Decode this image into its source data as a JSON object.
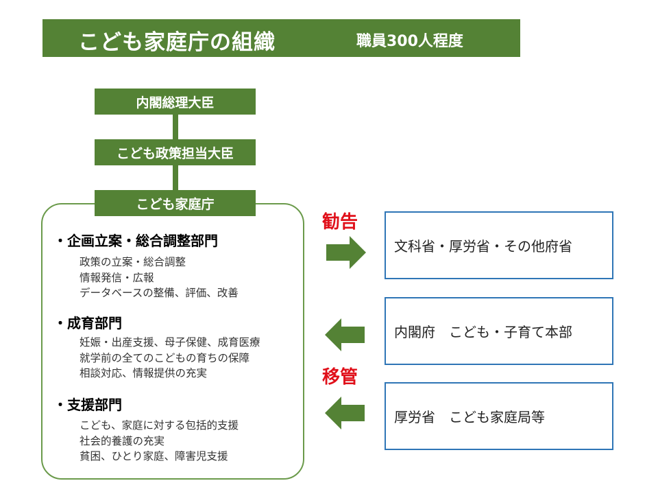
{
  "title": {
    "main": "こども家庭庁の組織",
    "staff": "職員300人程度"
  },
  "hierarchy": {
    "pm": "内閣総理大臣",
    "minister": "こども政策担当大臣",
    "agency": "こども家庭庁"
  },
  "sections": [
    {
      "head": "・企画立案・総合調整部門",
      "lines": [
        "政策の立案・総合調整",
        "情報発信・広報",
        "データベースの整備、評価、改善"
      ]
    },
    {
      "head": "・成育部門",
      "lines": [
        "妊娠・出産支援、母子保健、成育医療",
        "就学前の全てのこどもの育ちの保障",
        "相談対応、情報提供の充実"
      ]
    },
    {
      "head": "・支援部門",
      "lines": [
        "こども、家庭に対する包括的支援",
        "社会的養護の充実",
        "貧困、ひとり家庭、障害児支援"
      ]
    }
  ],
  "labels": {
    "recommend": "勧告",
    "transfer": "移管"
  },
  "ministries": [
    "文科省・厚労省・その他府省",
    "内閣府　こども・子育て本部",
    "厚労省　こども家庭局等"
  ],
  "colors": {
    "green": "#548235",
    "arrow_green": "#548235",
    "red": "#e0101a",
    "blue": "#2e75b6"
  }
}
